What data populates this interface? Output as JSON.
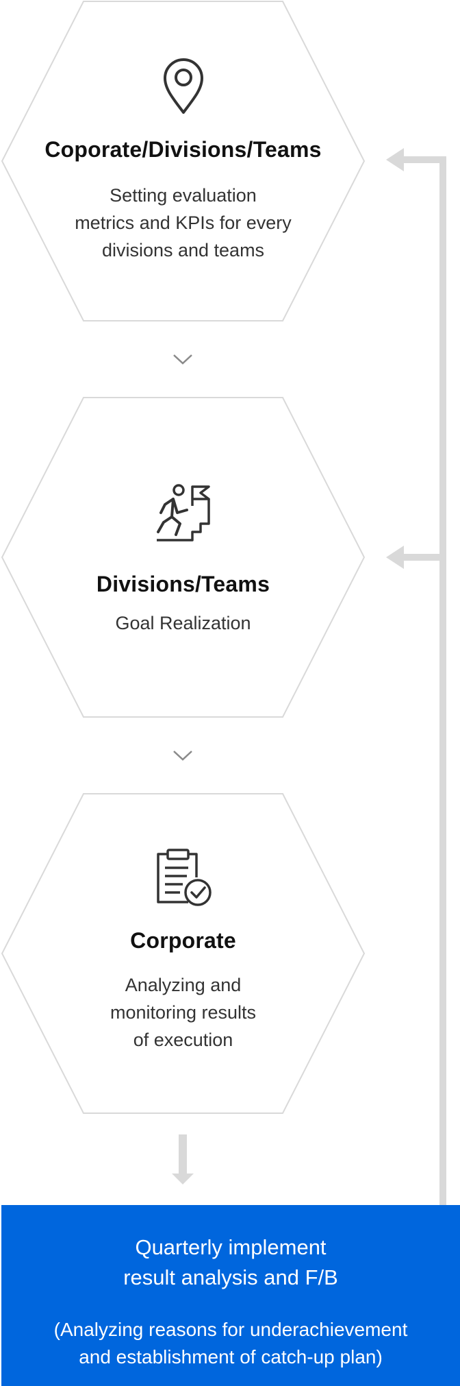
{
  "steps": [
    {
      "icon": "location-pin-icon",
      "title": "Coporate/Divisions/Teams",
      "lines": [
        "Setting evaluation",
        "metrics and KPIs for every",
        "divisions and teams"
      ]
    },
    {
      "icon": "climbing-stairs-flag-icon",
      "title": "Divisions/Teams",
      "lines": [
        "Goal Realization"
      ]
    },
    {
      "icon": "clipboard-check-icon",
      "title": "Corporate",
      "lines": [
        "Analyzing and",
        "monitoring results",
        "of execution"
      ]
    }
  ],
  "result": {
    "title_lines": [
      "Quarterly implement",
      "result analysis and F/B"
    ],
    "note_lines": [
      "(Analyzing reasons for underachievement",
      "and establishment of catch-up plan)"
    ]
  },
  "colors": {
    "hex_stroke": "#d9d9d9",
    "connector": "#d9d9d9",
    "chevron": "#8a8a8a",
    "result_bg": "#0066dd",
    "result_text": "#ffffff"
  }
}
